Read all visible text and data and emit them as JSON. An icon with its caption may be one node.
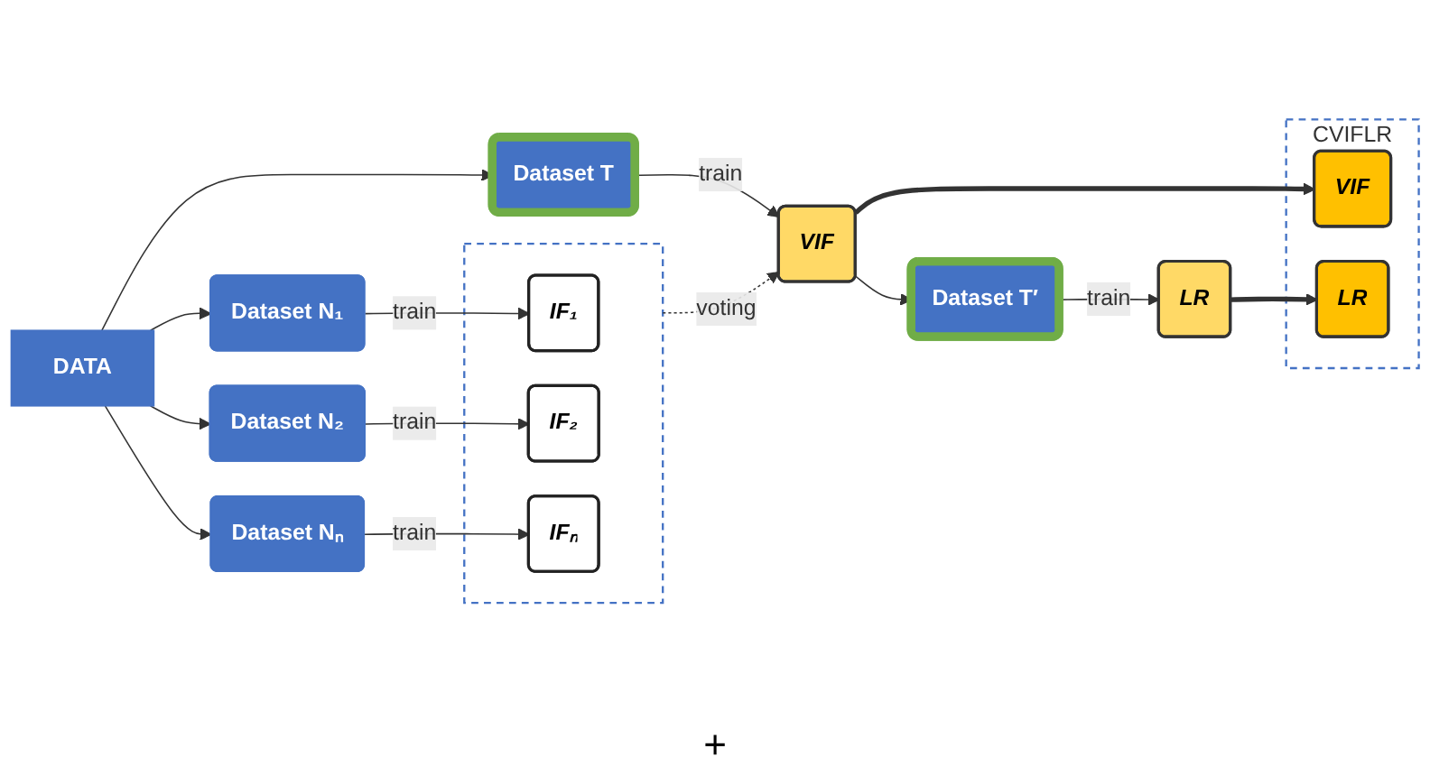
{
  "diagram": {
    "nodes": [
      {
        "text": [
          "DATA"
        ]
      },
      {
        "text": [
          "Dataset N₁"
        ]
      },
      {
        "text": [
          "Dataset N₂"
        ]
      },
      {
        "text": [
          "Dataset Nₙ"
        ]
      },
      {
        "text": [
          "Dataset T"
        ]
      },
      {
        "text": [],
        "shape": "box"
      },
      {
        "text": [
          "IF₁"
        ],
        "in": 5
      },
      {
        "text": [
          "IF₂"
        ],
        "in": 5
      },
      {
        "text": [
          "IFₙ"
        ],
        "in": 5
      },
      {
        "text": [
          "VIF"
        ]
      },
      {
        "text": [
          "Dataset T′"
        ]
      },
      {
        "text": [
          "LR"
        ]
      },
      {
        "text": [
          "CVIFLR"
        ]
      },
      {
        "text": [
          "VIF"
        ],
        "in": 12
      },
      {
        "text": [
          "LR"
        ],
        "in": 12
      }
    ],
    "edges": [
      {
        "from": 0,
        "to": 1,
        "arrow": "to"
      },
      {
        "from": 0,
        "to": 2,
        "arrow": "to"
      },
      {
        "from": 0,
        "to": 3,
        "arrow": "to"
      },
      {
        "from": 0,
        "to": 4,
        "arrow": "to"
      },
      {
        "from": 1,
        "to": 6,
        "arrow": "to",
        "label": "train"
      },
      {
        "from": 2,
        "to": 7,
        "arrow": "to",
        "label": "train"
      },
      {
        "from": 3,
        "to": 8,
        "arrow": "to",
        "label": "train"
      },
      {
        "from": 5,
        "to": 9,
        "arrow": "to",
        "label": "voting",
        "style": "dashed"
      },
      {
        "from": 4,
        "to": 9,
        "arrow": "to",
        "label": "train"
      },
      {
        "from": 9,
        "to": 10,
        "arrow": "to"
      },
      {
        "from": 10,
        "to": 11,
        "arrow": "to",
        "label": "train"
      },
      {
        "from": 9,
        "to": 13,
        "arrow": "to",
        "style": "thick"
      },
      {
        "from": 11,
        "to": 14,
        "arrow": "to",
        "style": "thick"
      }
    ],
    "labels": [
      "+"
    ]
  }
}
